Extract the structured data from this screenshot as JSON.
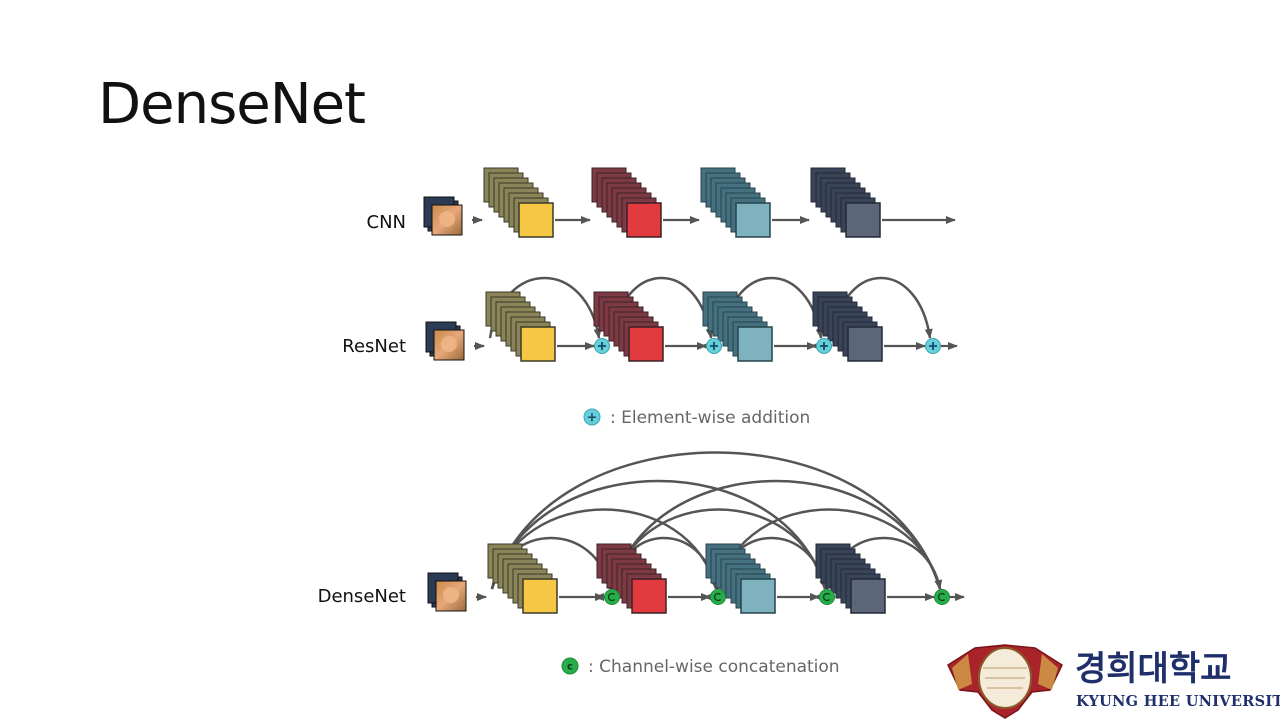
{
  "slide": {
    "title": "DenseNet"
  },
  "diagram": {
    "rows": [
      {
        "label": "CNN",
        "connection": "sequential"
      },
      {
        "label": "ResNet",
        "connection": "residual",
        "junction_symbol": "+"
      },
      {
        "label": "DenseNet",
        "connection": "dense",
        "junction_symbol": "c"
      }
    ],
    "blocks": [
      {
        "front": "#f6c744",
        "layer": "#8a8458",
        "stroke": "#3a3a2a"
      },
      {
        "front": "#e23b3f",
        "layer": "#7d3a44",
        "stroke": "#3a2226"
      },
      {
        "front": "#7fb2bf",
        "layer": "#45707f",
        "stroke": "#27424c"
      },
      {
        "front": "#5b6779",
        "layer": "#3a4458",
        "stroke": "#232a38"
      }
    ],
    "legend": [
      {
        "symbol": "+",
        "text": ": Element-wise addition",
        "color": "#66d0da"
      },
      {
        "symbol": "c",
        "text": ": Channel-wise concatenation",
        "color": "#27ae4a"
      }
    ]
  },
  "logo": {
    "name_ko": "경희대학교",
    "name_en": "KYUNG HEE UNIVERSITY",
    "color": "#1f2f6b"
  }
}
